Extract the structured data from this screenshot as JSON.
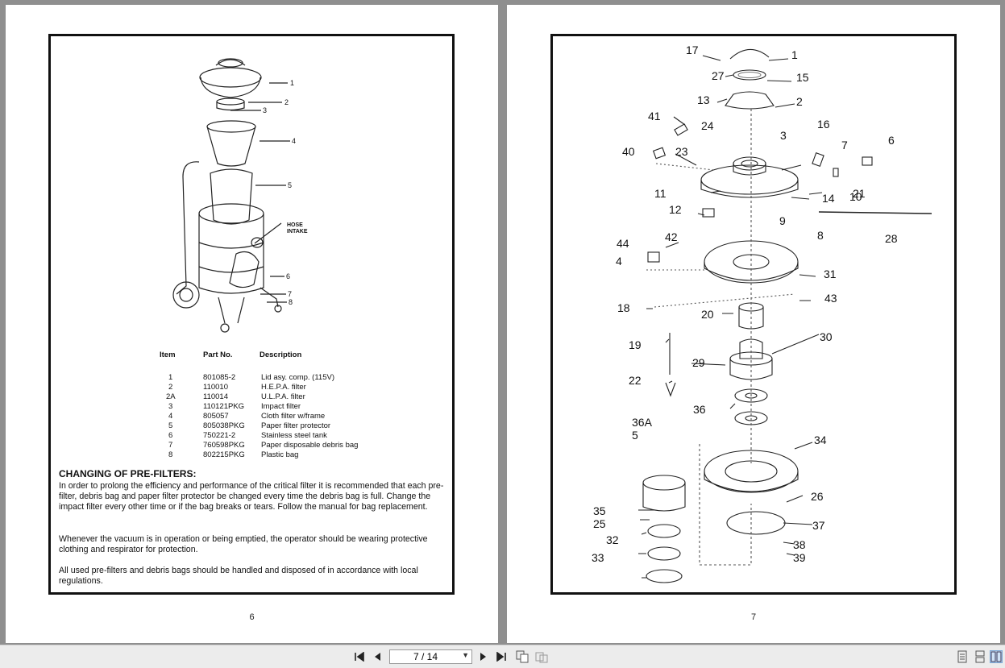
{
  "left_page": {
    "page_number": "6",
    "diagram_labels": [
      "1",
      "2",
      "3",
      "4",
      "5",
      "HOSE",
      "INTAKE",
      "6",
      "7",
      "8"
    ],
    "table": {
      "headers": {
        "item": "Item",
        "part": "Part No.",
        "desc": "Description"
      },
      "rows": [
        {
          "item": "1",
          "part": "801085-2",
          "desc": "Lid asy. comp. (115V)"
        },
        {
          "item": "2",
          "part": "110010",
          "desc": "H.E.P.A. filter"
        },
        {
          "item": "2A",
          "part": "110014",
          "desc": "U.L.P.A. filter"
        },
        {
          "item": "3",
          "part": "110121PKG",
          "desc": "Impact filter"
        },
        {
          "item": "4",
          "part": "805057",
          "desc": "Cloth filter w/frame"
        },
        {
          "item": "5",
          "part": "805038PKG",
          "desc": "Paper filter protector"
        },
        {
          "item": "6",
          "part": "750221-2",
          "desc": "Stainless steel tank"
        },
        {
          "item": "7",
          "part": "760598PKG",
          "desc": "Paper disposable debris bag"
        },
        {
          "item": "8",
          "part": "802215PKG",
          "desc": "Plastic bag"
        }
      ]
    },
    "section_title": "CHANGING OF PRE-FILTERS:",
    "paragraphs": [
      "In order to prolong the efficiency and performance of the critical filter it is recommended that each pre-filter, debris bag and paper filter protector be changed every time the debris bag is full. Change the impact filter every other time or if the bag breaks or tears. Follow the manual for bag replacement.",
      "Whenever the vacuum is in operation or being emptied, the operator should be wearing protective clothing and respirator for protection.",
      "All used pre-filters and debris bags should be handled and disposed of in accordance with local regulations."
    ]
  },
  "right_page": {
    "page_number": "7",
    "callouts": [
      "17",
      "1",
      "27",
      "15",
      "13",
      "2",
      "41",
      "24",
      "16",
      "3",
      "7",
      "6",
      "40",
      "23",
      "14",
      "11",
      "10",
      "21",
      "12",
      "9",
      "8",
      "28",
      "42",
      "44",
      "4",
      "31",
      "43",
      "18",
      "20",
      "30",
      "19",
      "29",
      "22",
      "36",
      "36A",
      "5",
      "34",
      "35",
      "25",
      "26",
      "37",
      "32",
      "38",
      "33",
      "39"
    ]
  },
  "toolbar": {
    "page_indicator": "7 / 14",
    "first_icon": "first-page-icon",
    "prev_icon": "previous-page-icon",
    "next_icon": "next-page-icon",
    "last_icon": "last-page-icon"
  }
}
